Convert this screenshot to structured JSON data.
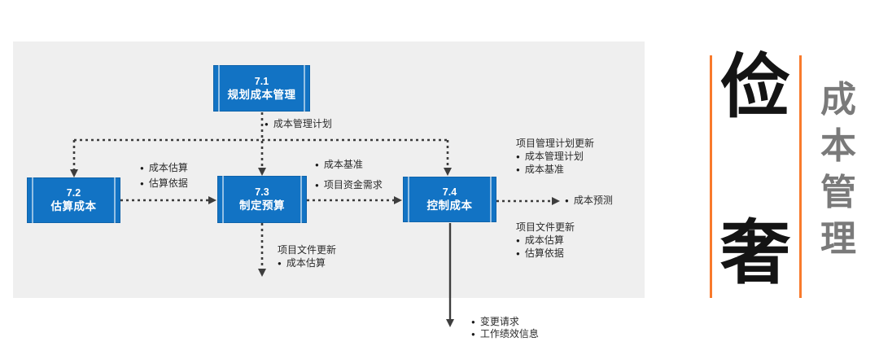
{
  "diagram": {
    "boxes": {
      "b71": {
        "number": "7.1",
        "name": "规划成本管理"
      },
      "b72": {
        "number": "7.2",
        "name": "估算成本"
      },
      "b73": {
        "number": "7.3",
        "name": "制定预算"
      },
      "b74": {
        "number": "7.4",
        "name": "控制成本"
      }
    },
    "labels": {
      "from71": {
        "items": [
          "成本管理计划"
        ]
      },
      "between72and73": {
        "items": [
          "成本估算",
          "估算依据"
        ]
      },
      "between73and74": {
        "items": [
          "成本基准",
          "项目资金需求"
        ]
      },
      "below73": {
        "title": "项目文件更新",
        "items": [
          "成本估算"
        ]
      },
      "right74top": {
        "title": "项目管理计划更新",
        "items": [
          "成本管理计划",
          "成本基准"
        ]
      },
      "right74out": {
        "items": [
          "成本预测"
        ]
      },
      "right74bottom": {
        "title": "项目文件更新",
        "items": [
          "成本估算",
          "估算依据"
        ]
      },
      "below74": {
        "items": [
          "变更请求",
          "工作绩效信息"
        ]
      }
    }
  },
  "sidebar": {
    "char_top": "俭",
    "char_bottom": "奢",
    "title_chars": [
      "成",
      "本",
      "管",
      "理"
    ]
  },
  "glyphs": {
    "bullet": "●"
  },
  "colors": {
    "box_blue": "#1273C4",
    "panel_gray": "#EFEFEF",
    "accent_orange": "#F87A2C",
    "connector_dark": "#3D3D3D",
    "title_gray": "#7A7A7A"
  }
}
